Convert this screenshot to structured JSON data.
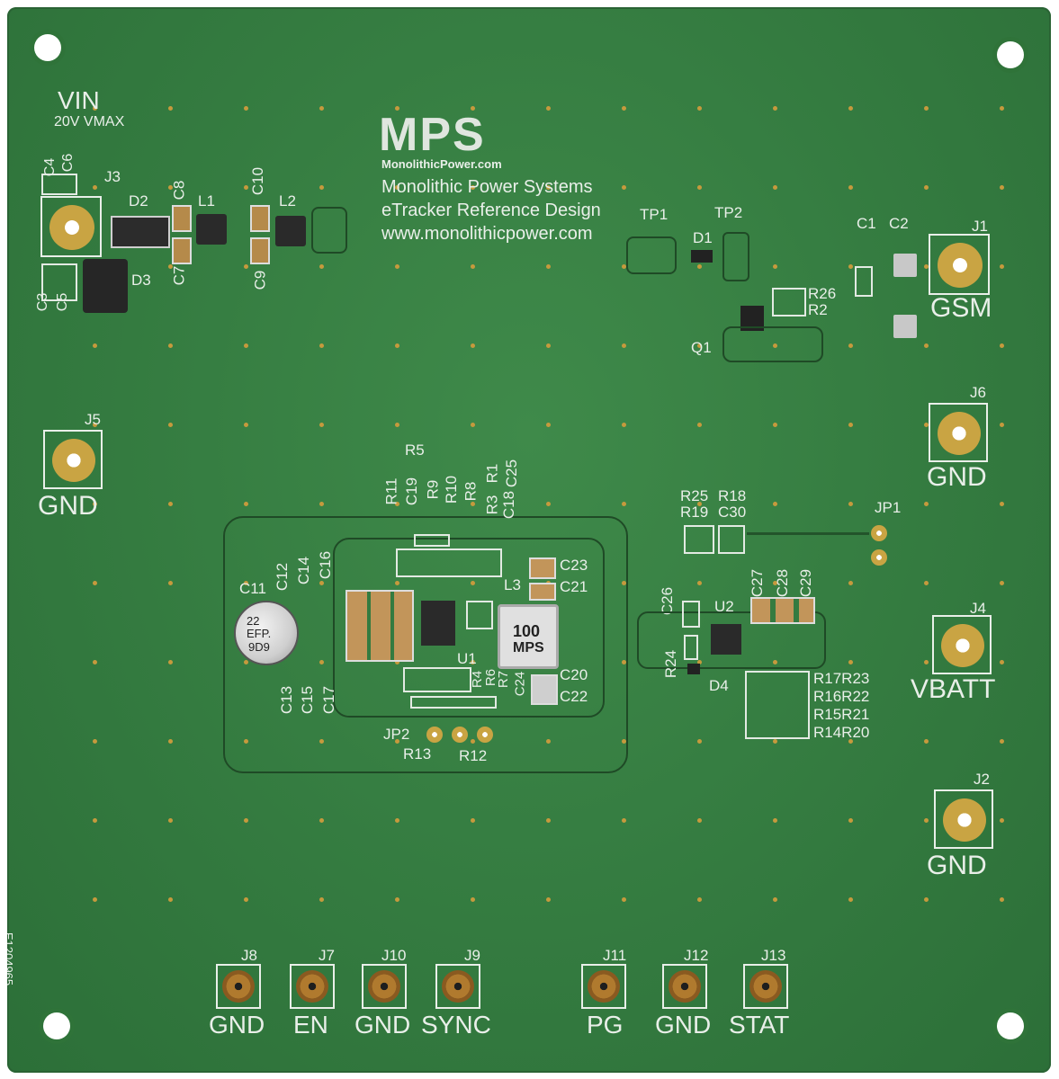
{
  "labels": {
    "vin": "VIN",
    "vmax": "20V VMAX",
    "c4": "C4",
    "c6": "C6",
    "c3": "C3",
    "c5": "C5",
    "j3": "J3",
    "d2": "D2",
    "d3": "D3",
    "c8": "C8",
    "c7": "C7",
    "l1": "L1",
    "c10": "C10",
    "c9": "C9",
    "l2": "L2",
    "logo": "MPS",
    "logo_url": "MonolithicPower.com",
    "company": "Monolithic Power Systems",
    "design": "eTracker Reference Design",
    "website": "www.monolithicpower.com",
    "tp1": "TP1",
    "tp2": "TP2",
    "d1": "D1",
    "r26": "R26",
    "r2": "R2",
    "q1": "Q1",
    "c1": "C1",
    "c2": "C2",
    "j1": "J1",
    "gsm": "GSM",
    "j5": "J5",
    "gnd_j5": "GND",
    "j6": "J6",
    "gnd_j6": "GND",
    "r5": "R5",
    "r11": "R11",
    "c19": "C19",
    "r9": "R9",
    "r10": "R10",
    "r8": "R8",
    "r3": "R3",
    "r1": "R1",
    "c18": "C18",
    "c25": "C25",
    "c11": "C11",
    "c12": "C12",
    "c14": "C14",
    "c16": "C16",
    "c13": "C13",
    "c15": "C15",
    "c17": "C17",
    "cap_text1": "22",
    "cap_text2": "EFP.",
    "cap_text3": "9D9",
    "l3": "L3",
    "c23": "C23",
    "c21": "C21",
    "c20": "C20",
    "c22": "C22",
    "inductor_text1": "100",
    "inductor_text2": "MPS",
    "u1": "U1",
    "r4": "R4",
    "r6": "R6",
    "r7": "R7",
    "c24": "C24",
    "jp2": "JP2",
    "r13": "R13",
    "r12": "R12",
    "r25": "R25",
    "r18": "R18",
    "r19": "R19",
    "c30": "C30",
    "jp1": "JP1",
    "c26": "C26",
    "u2": "U2",
    "c27": "C27",
    "c28": "C28",
    "c29": "C29",
    "r24": "R24",
    "d4": "D4",
    "r17r23": "R17R23",
    "r16r22": "R16R22",
    "r15r21": "R15R21",
    "r14r20": "R14R20",
    "j4": "J4",
    "vbatt": "VBATT",
    "j2": "J2",
    "gnd_j2": "GND",
    "serial": "E1204965",
    "j8": "J8",
    "j7": "J7",
    "j10": "J10",
    "j9": "J9",
    "j11": "J11",
    "j12": "J12",
    "j13": "J13",
    "gnd_j8": "GND",
    "en": "EN",
    "gnd_j10": "GND",
    "sync": "SYNC",
    "pg": "PG",
    "gnd_j12": "GND",
    "stat": "STAT"
  },
  "colors": {
    "board": "#347b40",
    "silkscreen": "#e9efe9",
    "gold": "#c9a443",
    "copper": "#b07a2e"
  }
}
